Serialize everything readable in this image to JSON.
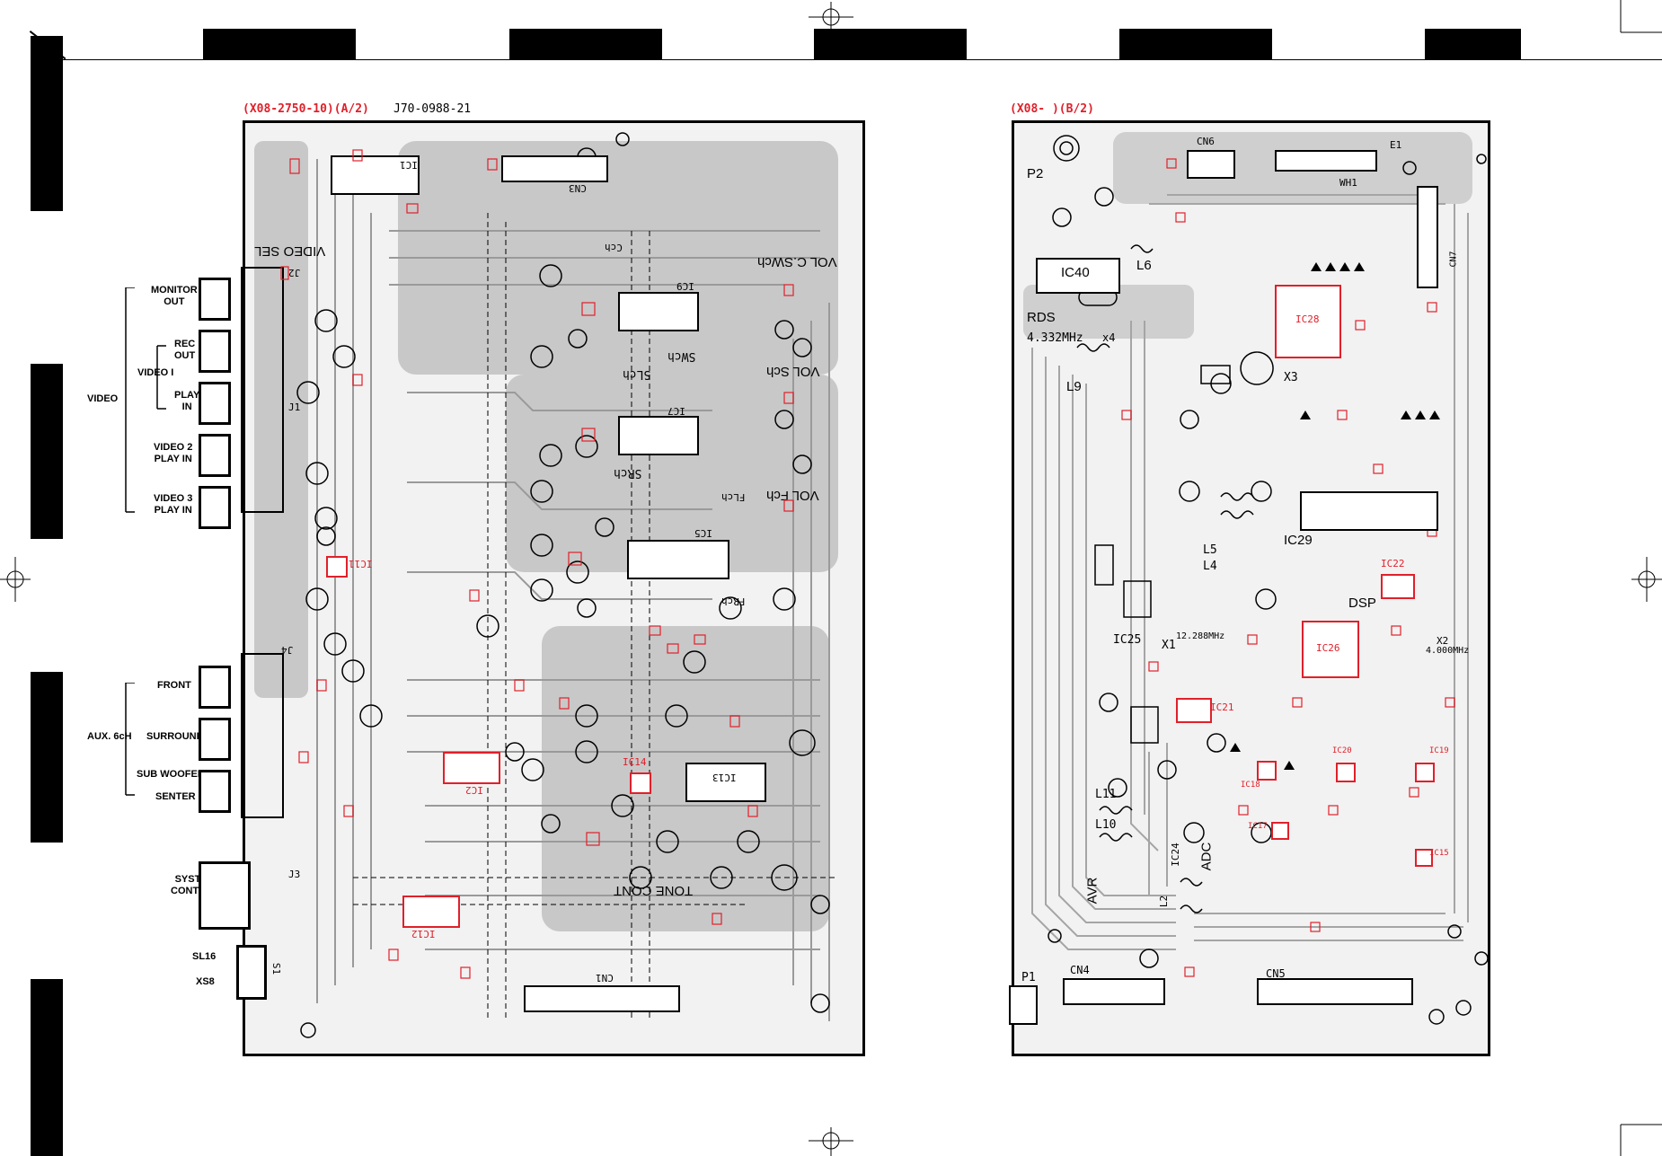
{
  "header": {
    "title_a": "(X08-2750-10)(A/2)",
    "part_no": "J70-0988-21",
    "title_b": "(X08- )(B/2)"
  },
  "left_labels": {
    "monitor_out": "MONITOR\nOUT",
    "rec_out": "REC\nOUT",
    "video1": "VIDEO I",
    "video": "VIDEO",
    "play_in": "PLAY\nIN",
    "video2": "VIDEO 2\nPLAY IN",
    "video3": "VIDEO 3\nPLAY IN",
    "front": "FRONT",
    "aux": "AUX. 6cH",
    "surround": "SURROUND",
    "subwoofer": "SUB WOOFER",
    "center": "SENTER",
    "system_control": "SYSTEM\nCONTROL",
    "sl16": "SL16",
    "xs8": "XS8"
  },
  "board_a": {
    "jacks": [
      "J2",
      "J1",
      "J4",
      "J3"
    ],
    "sections": [
      "VIDEO SEL",
      "VOL C.SWch",
      "VOL Sch",
      "VOL Fch",
      "TONE CONT"
    ],
    "connectors": [
      "CN3",
      "CN1"
    ],
    "ics": [
      "IC1",
      "IC9",
      "IC7",
      "IC5",
      "IC13",
      "IC2",
      "IC12",
      "IC14",
      "IC11"
    ],
    "small": [
      "Cch",
      "SWch",
      "SLch",
      "SRch",
      "FLch",
      "FRch",
      "S1"
    ]
  },
  "board_b": {
    "labels": [
      "P2",
      "CN6",
      "E1",
      "WH1",
      "IC40",
      "L6",
      "RDS",
      "4.332MHz",
      "x4",
      "IC28",
      "L9",
      "X3",
      "IC29",
      "L5",
      "L4",
      "IC22",
      "DSP",
      "IC25",
      "X1",
      "12.288MHz",
      "IC26",
      "X2",
      "4.000MHz",
      "IC21",
      "IC18",
      "IC20",
      "IC19",
      "L11",
      "L10",
      "ADC",
      "IC24",
      "AVR",
      "L2",
      "CN4",
      "CN5",
      "P1",
      "CN7",
      "IC15",
      "IC17"
    ]
  }
}
